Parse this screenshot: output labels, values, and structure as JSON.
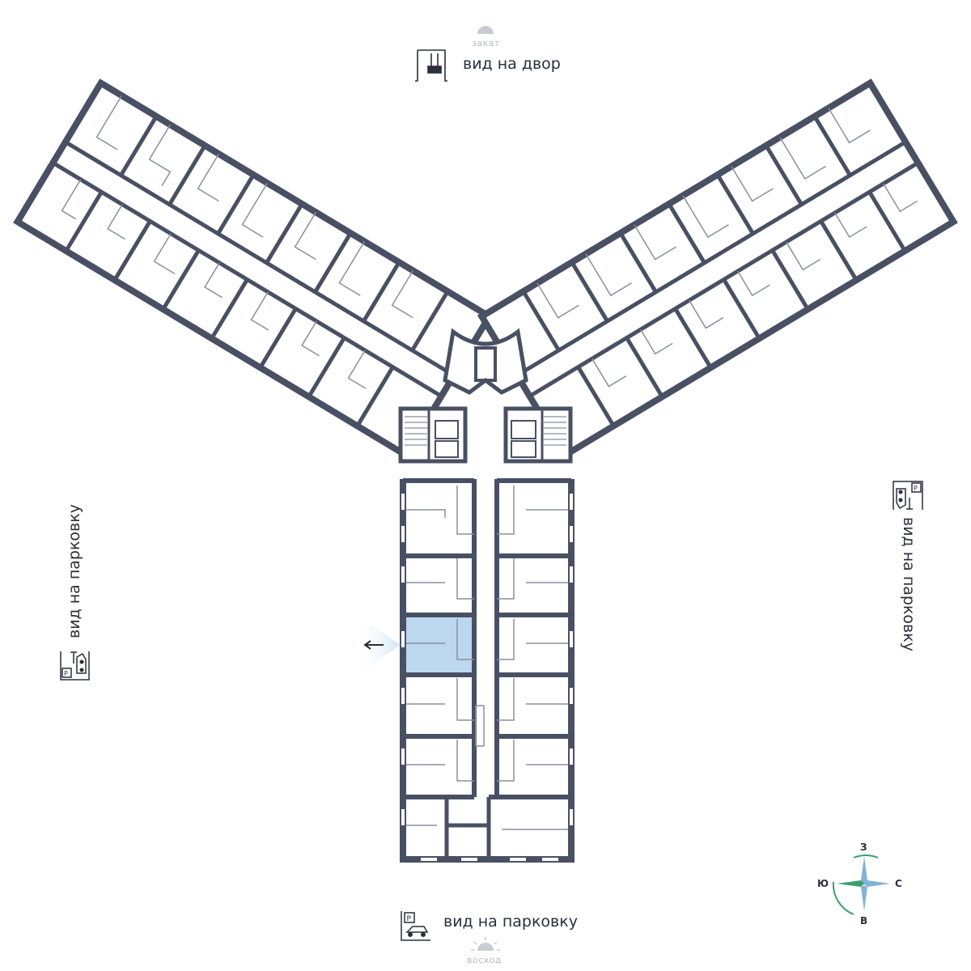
{
  "views": {
    "top": "вид на двор",
    "bottom": "вид на парковку",
    "left": "вид на парковку",
    "right": "вид на парковку"
  },
  "sun": {
    "top": "закат",
    "bottom": "восход"
  },
  "compass": {
    "north": "З",
    "south": "В",
    "west": "Ю",
    "east": "С"
  },
  "icons": {
    "top": "playground-swing-icon",
    "bottom": "parking-icon",
    "left": "parking-icon",
    "right": "parking-icon"
  },
  "colors": {
    "wall": "#4a5063",
    "thin_wall": "#8a8f9c",
    "highlight": "#bcd8ef",
    "view_cone": "#d6e8f6",
    "compass_green": "#3aa06a",
    "compass_blue": "#7fb3d8"
  }
}
